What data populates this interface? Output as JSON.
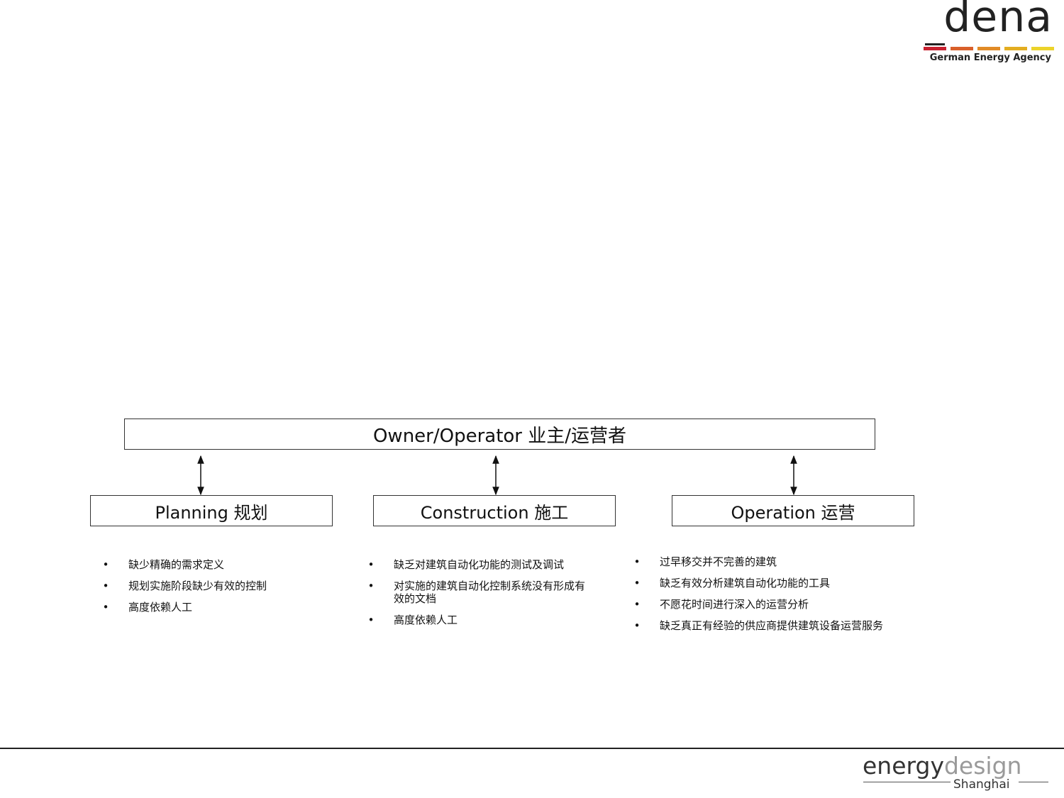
{
  "logo": {
    "word": "dena",
    "tagline": "German Energy Agency",
    "bar_colors": [
      "#c8202f",
      "#d9602a",
      "#e18b27",
      "#e3ad21",
      "#ecd32a"
    ],
    "text_color": "#222222"
  },
  "diagram": {
    "top_box": {
      "label": "Owner/Operator 业主/运营者"
    },
    "phases": [
      {
        "label": "Planning 规划",
        "items": [
          "缺少精确的需求定义",
          "规划实施阶段缺少有效的控制",
          "高度依赖人工"
        ]
      },
      {
        "label": "Construction 施工",
        "items": [
          "缺乏对建筑自动化功能的测试及调试",
          "对实施的建筑自动化控制系统没有形成有效的文档",
          "高度依赖人工"
        ]
      },
      {
        "label": "Operation 运营",
        "items": [
          "过早移交并不完善的建筑",
          "缺乏有效分析建筑自动化功能的工具",
          "不愿花时间进行深入的运营分析",
          "缺乏真正有经验的供应商提供建筑设备运营服务"
        ]
      }
    ],
    "bullet_symbol": "•",
    "connector": "bidirectional-arrow"
  },
  "footer": {
    "logo_word_dark": "energy",
    "logo_word_light": "design",
    "logo_city": "Shanghai"
  }
}
